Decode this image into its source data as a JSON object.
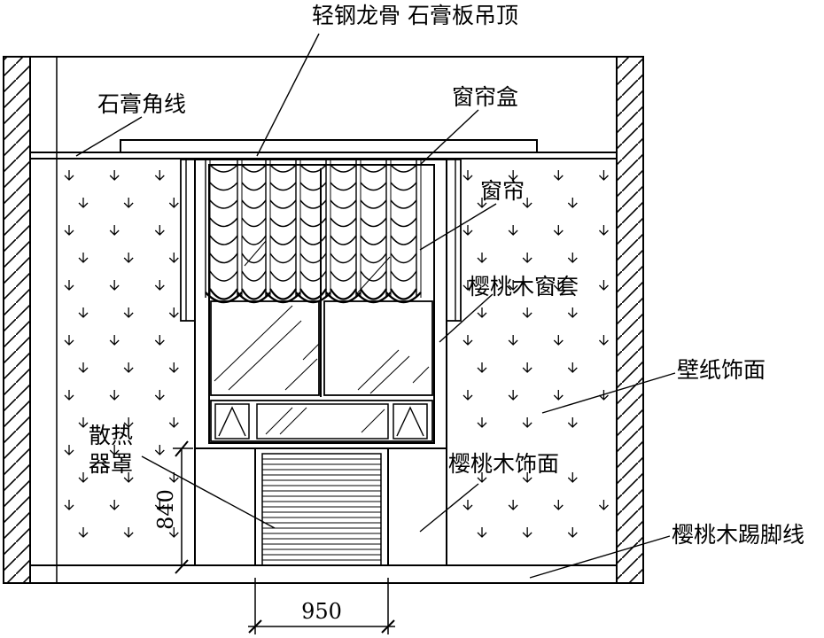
{
  "labels": {
    "ceiling": "轻钢龙骨 石膏板吊顶",
    "cornice": "石膏角线",
    "curtain_box": "窗帘盒",
    "curtain": "窗帘",
    "window_casing": "樱桃木窗套",
    "wallpaper": "壁纸饰面",
    "radiator_cover_line1": "散热",
    "radiator_cover_line2": "器罩",
    "wood_panel": "樱桃木饰面",
    "skirting": "樱桃木踢脚线"
  },
  "dimensions": {
    "height": "840",
    "width": "950"
  },
  "colors": {
    "line": "#000000",
    "background": "#ffffff"
  }
}
